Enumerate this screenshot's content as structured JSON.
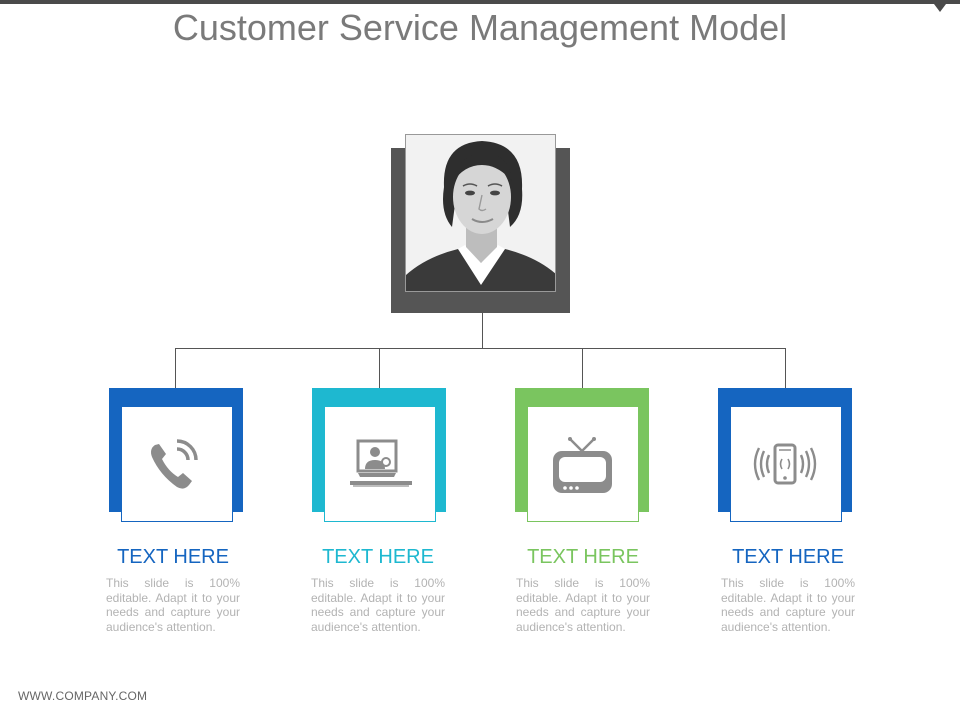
{
  "slide": {
    "title": "Customer Service Management Model",
    "footer": "WWW.COMPANY.COM"
  },
  "root": {
    "image": "customer-service-agent-portrait",
    "frame_color": "#555555"
  },
  "connector_color": "#555555",
  "cards": [
    {
      "heading": "TEXT HERE",
      "color": "#1565c0",
      "icon": "phone-ringing-icon",
      "text": "This slide is 100% editable. Adapt it to your needs and capture your audience's attention."
    },
    {
      "heading": "TEXT HERE",
      "color": "#1eb8d0",
      "icon": "video-call-laptop-icon",
      "text": "This slide is 100% editable. Adapt it to your needs and capture your audience's attention."
    },
    {
      "heading": "TEXT HERE",
      "color": "#7ac55f",
      "icon": "television-icon",
      "text": "This slide is 100% editable. Adapt it to your needs and capture your audience's attention."
    },
    {
      "heading": "TEXT HERE",
      "color": "#1565c0",
      "icon": "mobile-vibrating-icon",
      "text": "This slide is 100% editable. Adapt it to your needs and capture your audience's attention."
    }
  ]
}
